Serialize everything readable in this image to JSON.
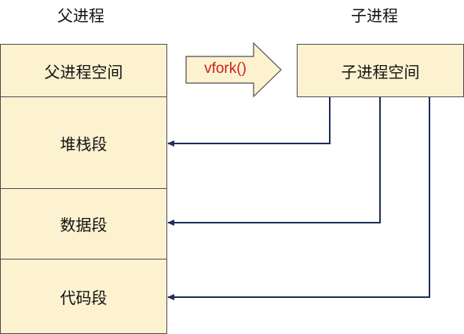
{
  "parent": {
    "title": "父进程",
    "segments": {
      "space": "父进程空间",
      "stack": "堆栈段",
      "data": "数据段",
      "code": "代码段"
    }
  },
  "child": {
    "title": "子进程",
    "space": "子进程空间"
  },
  "arrow": {
    "label": "vfork()"
  },
  "colors": {
    "box_fill": "#fdf2d0",
    "box_border": "#4d4d4d",
    "connector": "#1f2d5a",
    "arrow_label": "#cc1f1f"
  }
}
